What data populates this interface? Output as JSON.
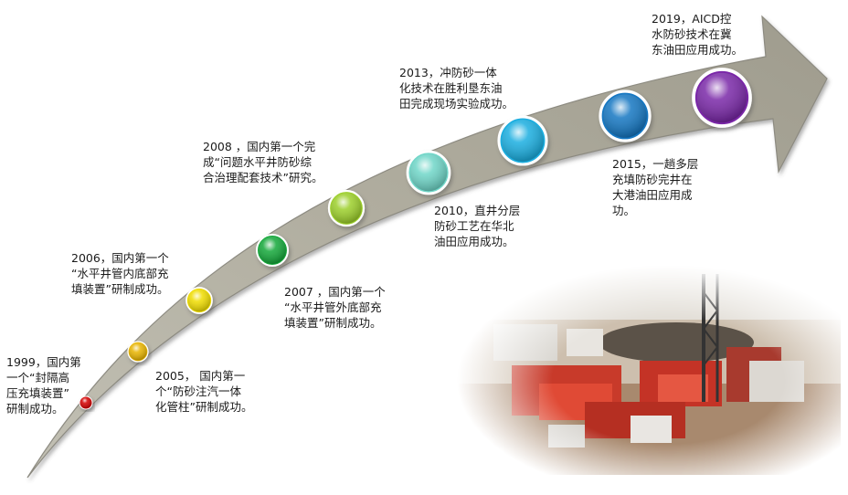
{
  "colors": {
    "arrow_fill": "#a8a597",
    "arrow_stroke": "#8c8a80"
  },
  "milestones": [
    {
      "text": "1999，国内第\n一个“封隔高\n压充填装置”\n研制成功。",
      "color": "#d40000"
    },
    {
      "text": "2005， 国内第一\n个“防砂注汽一体\n化管柱”研制成功。",
      "color": "#e8b400"
    },
    {
      "text": "2006，国内第一个\n“水平井管内底部充\n填装置”研制成功。",
      "color": "#f0dd00"
    },
    {
      "text": "2007 ，国内第一个\n“水平井管外底部充\n填装置”研制成功。",
      "color": "#14a83a"
    },
    {
      "text": "2008 ，国内第一个完\n成“问题水平井防砂综\n合治理配套技术”研究。",
      "color": "#9ccf2a"
    },
    {
      "text": "2010，直井分层\n防砂工艺在华北\n油田应用成功。",
      "color": "#6fd6c8"
    },
    {
      "text": "2013，冲防砂一体\n化技术在胜利垦东油\n田完成现场实验成功。",
      "color": "#1aaee0"
    },
    {
      "text": "2015，一趟多层\n充填防砂完井在\n大港油田应用成\n功。",
      "color": "#1577c2"
    },
    {
      "text": "2019，AICD控\n水防砂技术在冀\n东油田应用成功。",
      "color": "#7a28a8"
    }
  ],
  "photo": {
    "icon": "oilfield-equipment-photo"
  }
}
